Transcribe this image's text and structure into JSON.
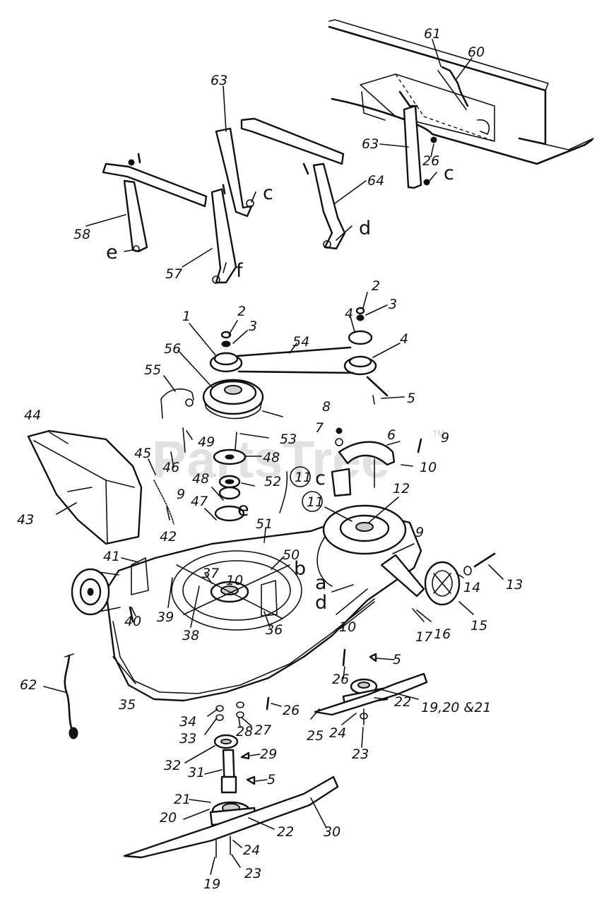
{
  "watermark": {
    "text": "PartsTree",
    "tm": "TM"
  },
  "callouts": {
    "n1": "1",
    "n2a": "2",
    "n3a": "3",
    "n2b": "2",
    "n3b": "3",
    "n4a": "4",
    "n4b": "4",
    "n5a": "5",
    "n5b": "5",
    "n5c": "5",
    "n6": "6",
    "n7": "7",
    "n8": "8",
    "n9a": "9",
    "n9b": "9",
    "n9c": "9",
    "n10a": "10",
    "n10b": "10",
    "n10c": "10",
    "n11a": "11",
    "n11b": "11",
    "n12": "12",
    "n13": "13",
    "n14": "14",
    "n15": "15",
    "n16": "16",
    "n17": "17",
    "n19a": "19,20 &21",
    "n19b": "19",
    "n20": "20",
    "n21": "21",
    "n22a": "22",
    "n22b": "22",
    "n23a": "23",
    "n23b": "23",
    "n24a": "24",
    "n24b": "24",
    "n25": "25",
    "n26a": "26",
    "n26b": "26",
    "n26c": "26",
    "n27": "27",
    "n28": "28",
    "n29": "29",
    "n30": "30",
    "n31": "31",
    "n32": "32",
    "n33": "33",
    "n34": "34",
    "n35": "35",
    "n36": "36",
    "n37": "37",
    "n38": "38",
    "n39": "39",
    "n40": "40",
    "n41": "41",
    "n42": "42",
    "n43": "43",
    "n44": "44",
    "n45": "45",
    "n46": "46",
    "n47": "47",
    "n48a": "48",
    "n48b": "48",
    "n49": "49",
    "n50": "50",
    "n51": "51",
    "n52": "52",
    "n53": "53",
    "n54": "54",
    "n55": "55",
    "n56": "56",
    "n57": "57",
    "n58": "58",
    "n60": "60",
    "n61": "61",
    "n62": "62",
    "n63a": "63",
    "n63b": "63",
    "n64": "64"
  },
  "letters": {
    "c1": "c",
    "c2": "c",
    "c3": "c",
    "d1": "d",
    "d2": "d",
    "e1": "e",
    "e2": "e",
    "f1": "f",
    "a1": "a",
    "b1": "b"
  }
}
